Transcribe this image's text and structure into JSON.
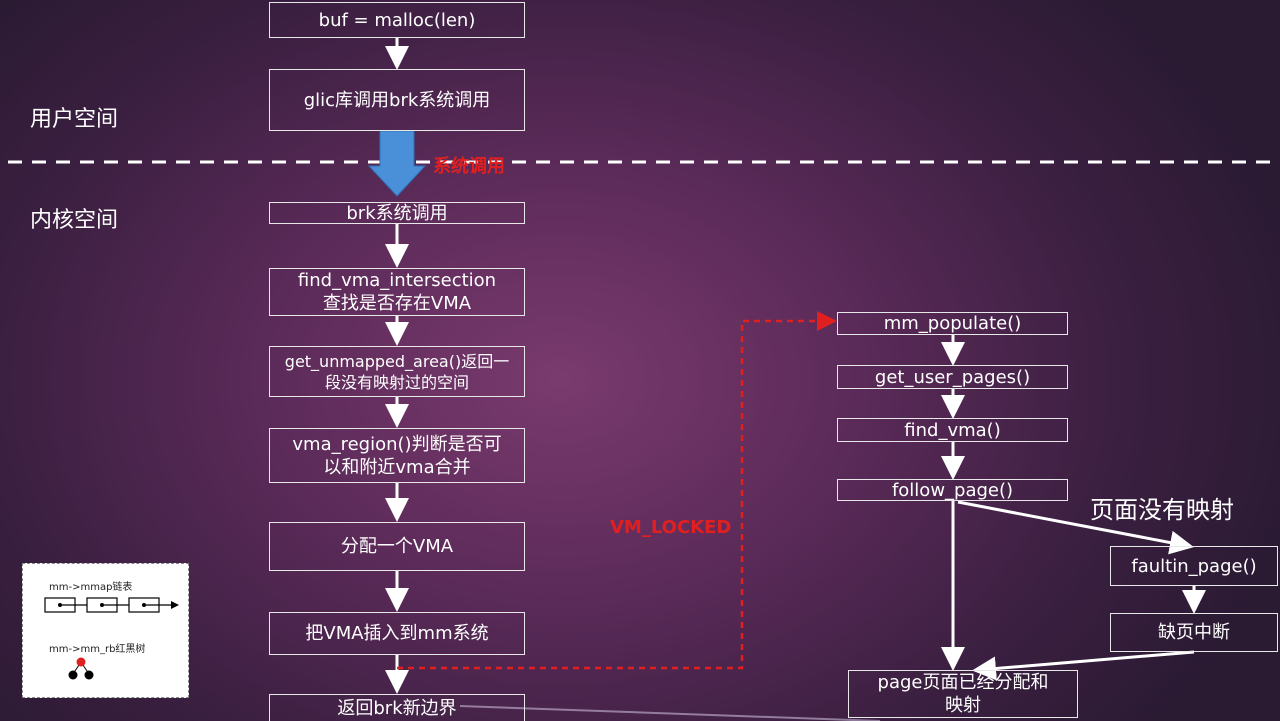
{
  "zones": {
    "user_space": "用户空间",
    "kernel_space": "内核空间"
  },
  "syscall_label": "系统调用",
  "vm_locked_label": "VM_LOCKED",
  "no_mapping_label": "页面没有映射",
  "left_flow": [
    {
      "key": "malloc",
      "text": "buf = malloc(len)"
    },
    {
      "key": "glibc",
      "text": "glic库调用brk系统调用"
    },
    {
      "key": "brk",
      "text": "brk系统调用"
    },
    {
      "key": "find_vma_intersection",
      "line1": "find_vma_intersection",
      "line2": "查找是否存在VMA"
    },
    {
      "key": "get_unmapped_area",
      "line1": "get_unmapped_area()返回一",
      "line2": "段没有映射过的空间"
    },
    {
      "key": "vma_region",
      "line1": "vma_region()判断是否可",
      "line2": "以和附近vma合并"
    },
    {
      "key": "alloc_vma",
      "text": "分配一个VMA"
    },
    {
      "key": "insert_vma",
      "text": "把VMA插入到mm系统"
    },
    {
      "key": "return_brk",
      "text": "返回brk新边界"
    }
  ],
  "right_flow": [
    {
      "key": "mm_populate",
      "text": "mm_populate()"
    },
    {
      "key": "get_user_pages",
      "text": "get_user_pages()"
    },
    {
      "key": "find_vma",
      "text": "find_vma()"
    },
    {
      "key": "follow_page",
      "text": "follow_page()"
    },
    {
      "key": "faultin_page",
      "text": "faultin_page()"
    },
    {
      "key": "page_fault",
      "text": "缺页中断"
    },
    {
      "key": "page_done",
      "line1": "page页面已经分配和",
      "line2": "映射"
    }
  ],
  "legend": {
    "mmap_list": "mm->mmap链表",
    "rb_tree": "mm->mm_rb红黑树"
  },
  "colors": {
    "arrow_blue": "#4a90d9",
    "dashed_red": "#e02020",
    "box_border": "#e8e8e8"
  }
}
